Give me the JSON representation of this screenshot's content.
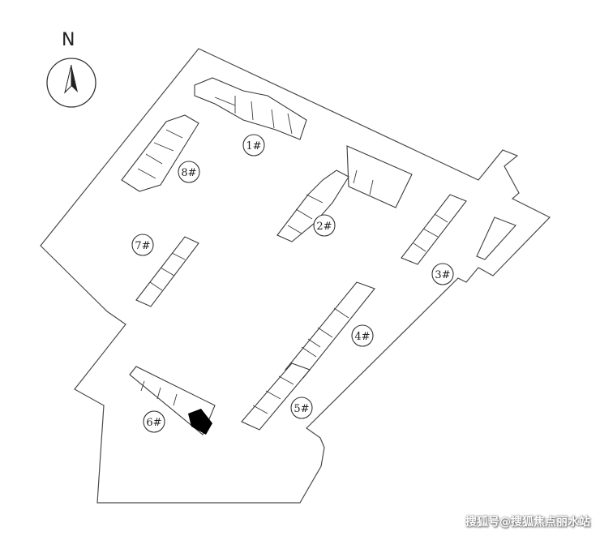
{
  "compass": {
    "label": "N",
    "icon": "north-arrow-icon"
  },
  "buildings": [
    {
      "id": "1",
      "label": "1#"
    },
    {
      "id": "2",
      "label": "2#"
    },
    {
      "id": "3",
      "label": "3#"
    },
    {
      "id": "4",
      "label": "4#"
    },
    {
      "id": "5",
      "label": "5#"
    },
    {
      "id": "6",
      "label": "6#",
      "highlight": true
    },
    {
      "id": "7",
      "label": "7#"
    },
    {
      "id": "8",
      "label": "8#"
    }
  ],
  "highlight_color": "#000000",
  "watermark": "搜狐号@搜狐焦点丽水站"
}
